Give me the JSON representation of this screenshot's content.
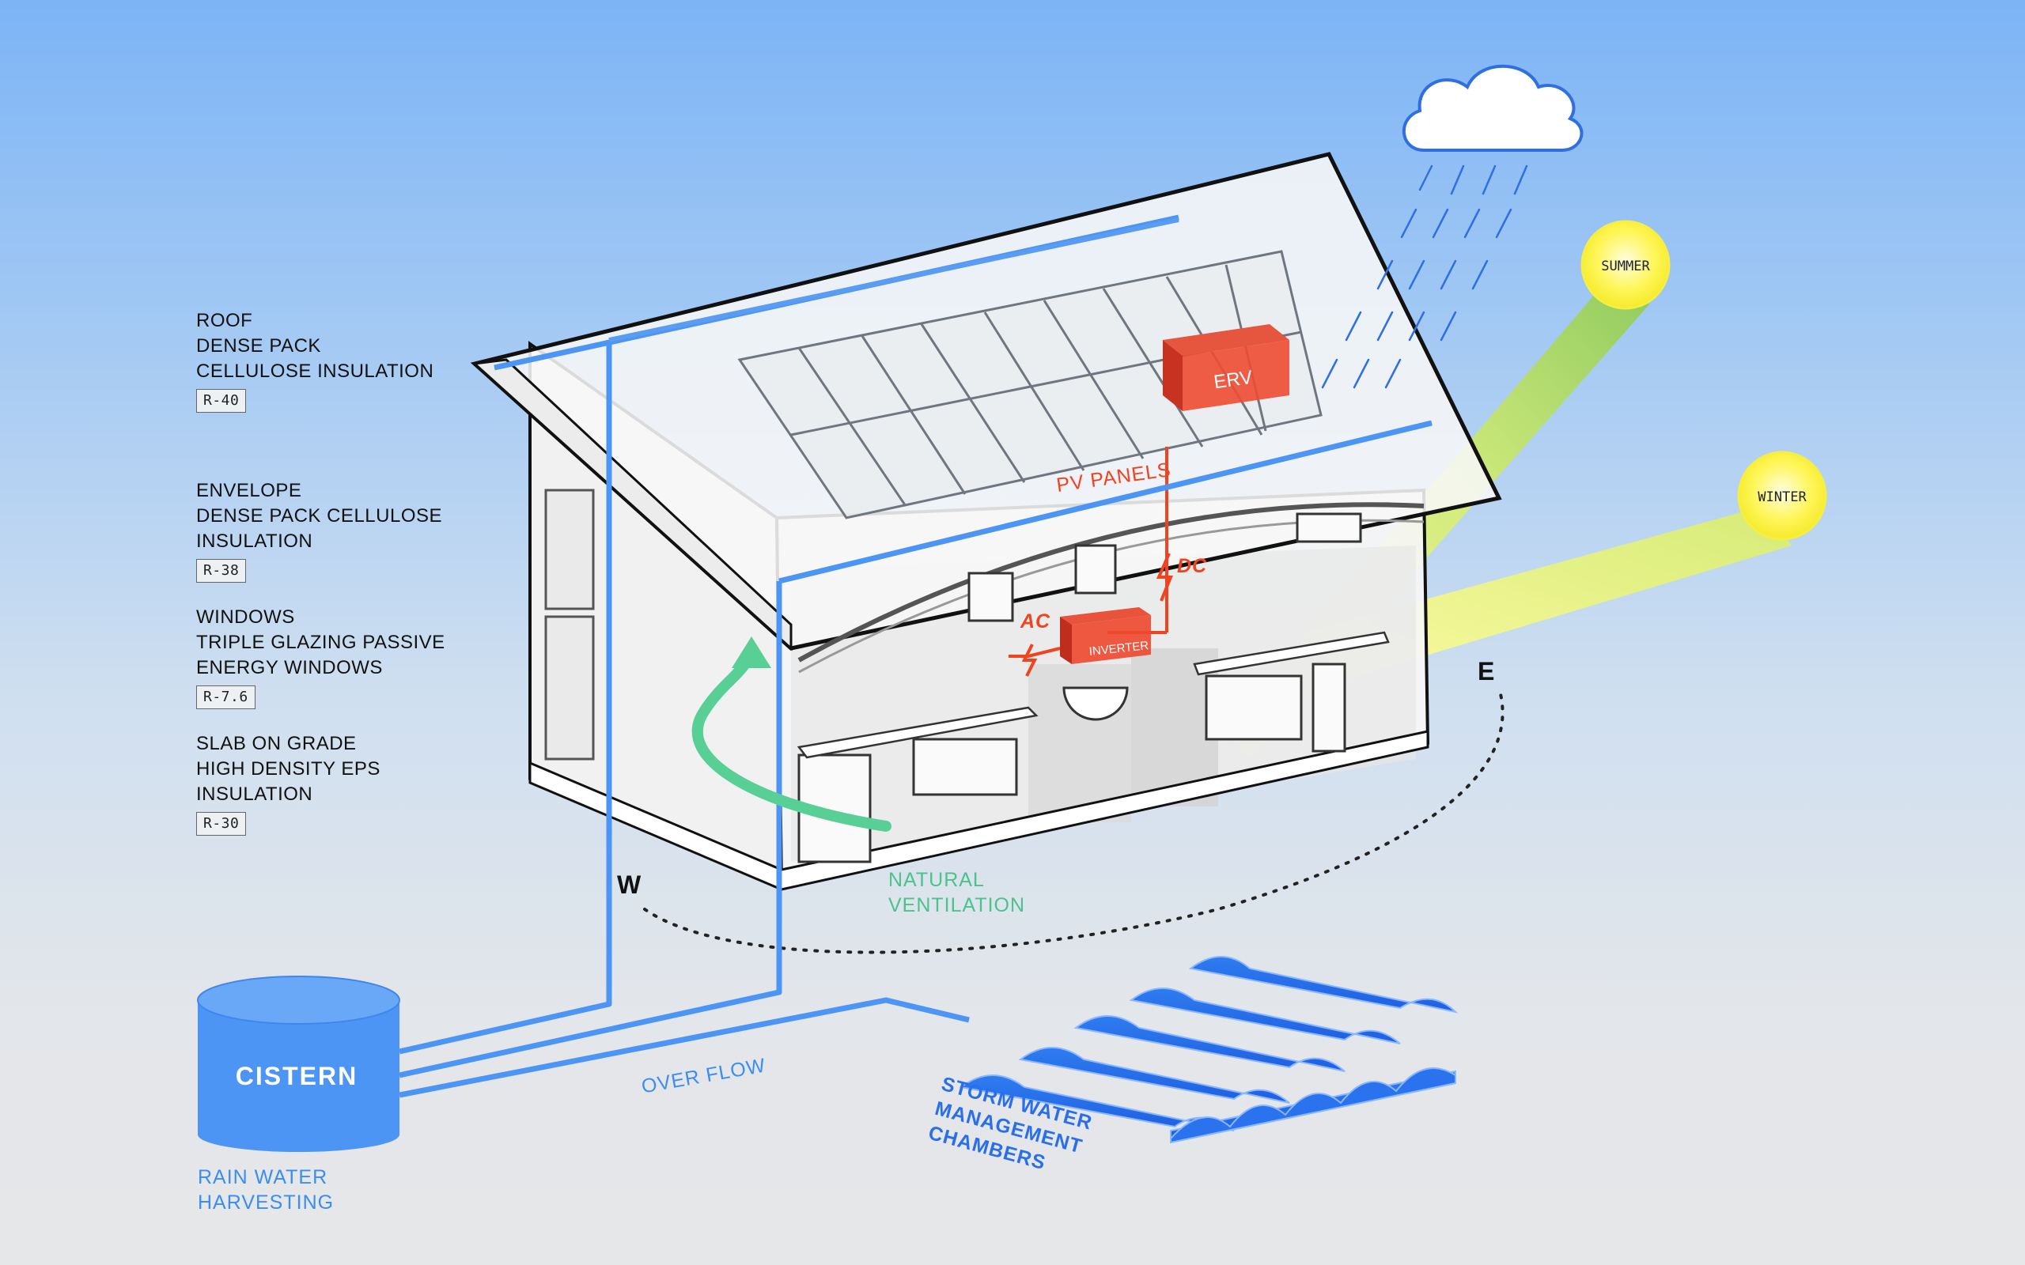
{
  "specs": [
    {
      "lines": [
        "ROOF",
        "DENSE PACK",
        "CELLULOSE INSULATION"
      ],
      "rating": "R-40"
    },
    {
      "lines": [
        "ENVELOPE",
        "DENSE PACK CELLULOSE",
        "INSULATION"
      ],
      "rating": "R-38"
    },
    {
      "lines": [
        "WINDOWS",
        "TRIPLE GLAZING PASSIVE",
        "ENERGY WINDOWS"
      ],
      "rating": "R-7.6"
    },
    {
      "lines": [
        "SLAB ON GRADE",
        "HIGH DENSITY EPS",
        "INSULATION"
      ],
      "rating": "R-30"
    }
  ],
  "systems": {
    "erv": "ERV",
    "pv_panels": "PV PANELS",
    "dc": "DC",
    "ac": "AC",
    "inverter": "INVERTER"
  },
  "sun": {
    "summer": "SUMMER",
    "winter": "WINTER"
  },
  "compass": {
    "west": "W",
    "east": "E"
  },
  "ventilation": [
    "NATURAL",
    "VENTILATION"
  ],
  "water": {
    "cistern": "CISTERN",
    "rain": [
      "RAIN WATER",
      "HARVESTING"
    ],
    "overflow": "OVER FLOW",
    "storm": [
      "STORM WATER",
      "MANAGEMENT",
      "CHAMBERS"
    ]
  },
  "colors": {
    "water": "#3b8df0",
    "energy": "#f0431f",
    "ventilation": "#4cc28c",
    "sun": "#fff46a"
  }
}
